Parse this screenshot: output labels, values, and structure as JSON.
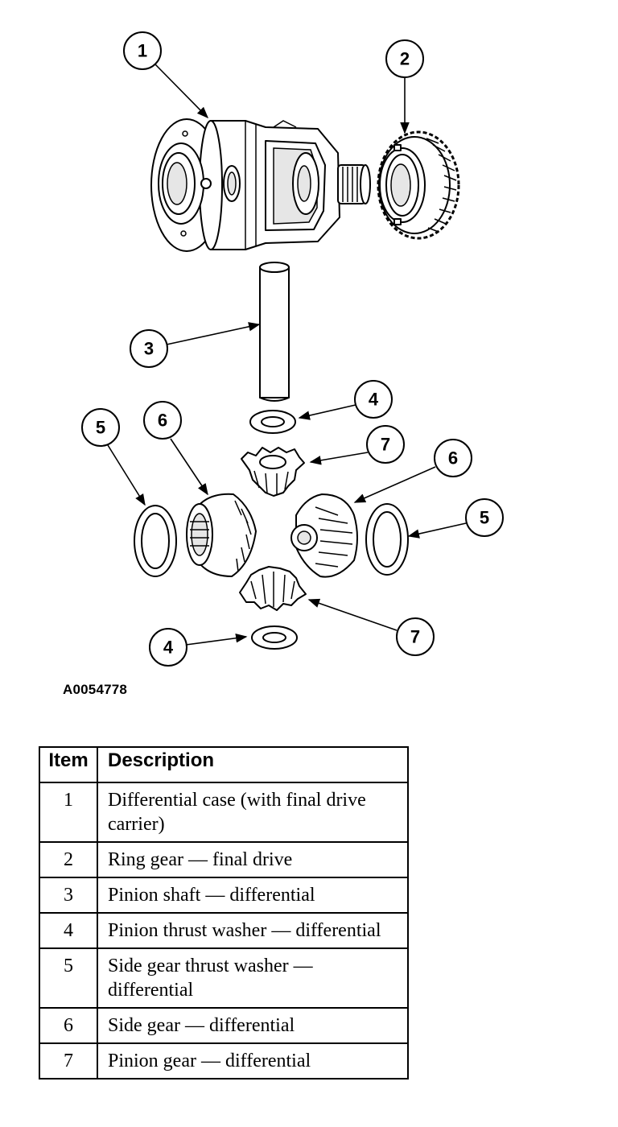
{
  "figure_id": "A0054778",
  "callouts": [
    "1",
    "2",
    "3",
    "4",
    "4",
    "5",
    "5",
    "6",
    "6",
    "7",
    "7"
  ],
  "table": {
    "headers": {
      "item": "Item",
      "description": "Description"
    },
    "rows": [
      {
        "item": "1",
        "description": "Differential case (with final drive carrier)"
      },
      {
        "item": "2",
        "description": "Ring gear — final drive"
      },
      {
        "item": "3",
        "description": "Pinion shaft — differential"
      },
      {
        "item": "4",
        "description": "Pinion thrust washer — differential"
      },
      {
        "item": "5",
        "description": "Side gear thrust washer — differential"
      },
      {
        "item": "6",
        "description": "Side gear — differential"
      },
      {
        "item": "7",
        "description": "Pinion gear — differential"
      }
    ]
  }
}
